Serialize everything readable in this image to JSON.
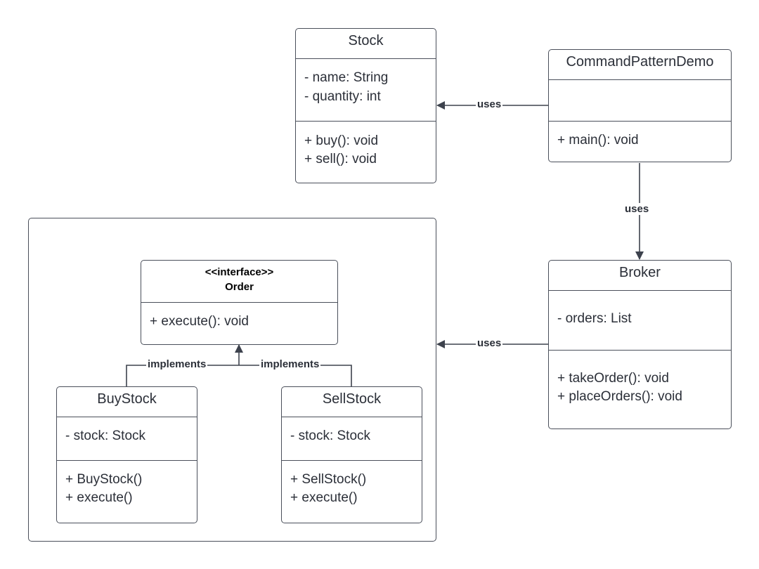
{
  "stock": {
    "name": "Stock",
    "attributes": [
      "- name: String",
      "- quantity: int"
    ],
    "methods": [
      "+ buy(): void",
      "+ sell(): void"
    ]
  },
  "demo": {
    "name": "CommandPatternDemo",
    "methods": [
      "+ main(): void"
    ]
  },
  "broker": {
    "name": "Broker",
    "attributes": [
      "- orders: List"
    ],
    "methods": [
      "+ takeOrder(): void",
      "+ placeOrders(): void"
    ]
  },
  "order": {
    "stereotype": "<<interface>>",
    "name": "Order",
    "methods": [
      "+ execute(): void"
    ]
  },
  "buystock": {
    "name": "BuyStock",
    "attributes": [
      "- stock: Stock"
    ],
    "methods": [
      "+ BuyStock()",
      "+ execute()"
    ]
  },
  "sellstock": {
    "name": "SellStock",
    "attributes": [
      "- stock: Stock"
    ],
    "methods": [
      "+ SellStock()",
      "+ execute()"
    ]
  },
  "relations": {
    "demo_stock": "uses",
    "demo_broker": "uses",
    "broker_orders": "uses",
    "buy_impl": "implements",
    "sell_impl": "implements"
  },
  "colors": {
    "line": "#3d424d",
    "text": "#2b2f38"
  }
}
